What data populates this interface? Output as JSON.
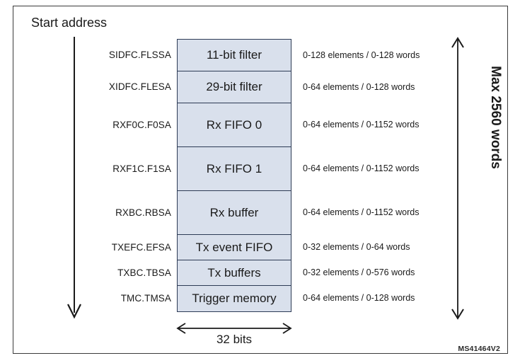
{
  "figure": {
    "start_address_label": "Start address",
    "width_label": "32 bits",
    "max_label": "Max 2560 words",
    "figure_id": "MS41464V2",
    "block_fill_color": "#d9e0ec",
    "block_border_color": "#2d3b55",
    "frame_border_color": "#3a3a3a"
  },
  "rows": [
    {
      "register": "SIDFC.FLSSA",
      "block": "11-bit filter",
      "annotation": "0-128 elements / 0-128 words",
      "size": "h-med"
    },
    {
      "register": "XIDFC.FLESA",
      "block": "29-bit filter",
      "annotation": "0-64 elements / 0-128 words",
      "size": "h-med"
    },
    {
      "register": "RXF0C.F0SA",
      "block": "Rx FIFO 0",
      "annotation": "0-64 elements / 0-1152 words",
      "size": "h-tall"
    },
    {
      "register": "RXF1C.F1SA",
      "block": "Rx FIFO 1",
      "annotation": "0-64 elements / 0-1152 words",
      "size": "h-tall"
    },
    {
      "register": "RXBC.RBSA",
      "block": "Rx buffer",
      "annotation": "0-64 elements / 0-1152 words",
      "size": "h-tall"
    },
    {
      "register": "TXEFC.EFSA",
      "block": "Tx event FIFO",
      "annotation": "0-32 elements / 0-64 words",
      "size": "h-small"
    },
    {
      "register": "TXBC.TBSA",
      "block": "Tx buffers",
      "annotation": "0-32 elements / 0-576 words",
      "size": "h-small"
    },
    {
      "register": "TMC.TMSA",
      "block": "Trigger memory",
      "annotation": "0-64 elements / 0-128 words",
      "size": "h-small"
    }
  ]
}
